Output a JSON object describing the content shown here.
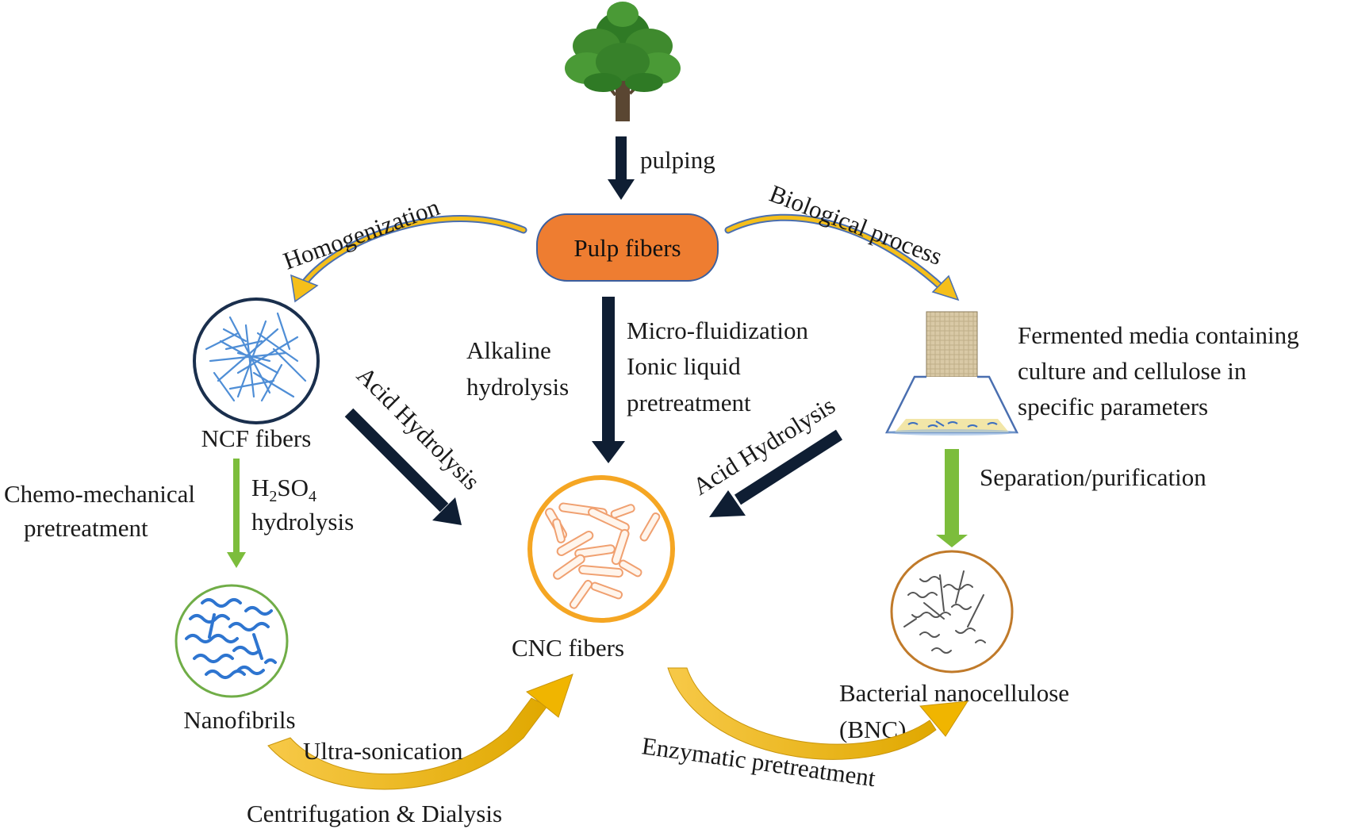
{
  "nodes": {
    "pulp_fibers": "Pulp fibers",
    "ncf_fibers": "NCF fibers",
    "cnc_fibers": "CNC fibers",
    "nanofibrils": "Nanofibrils",
    "bnc_line1": "Bacterial nanocellulose",
    "bnc_line2": "(BNC)",
    "fermented_line1": "Fermented media containing",
    "fermented_line2": "culture and cellulose in",
    "fermented_line3": "specific parameters"
  },
  "processes": {
    "pulping": "pulping",
    "homogenization": "Homogenization",
    "biological_process": "Biological process",
    "alkaline_line1": "Alkaline",
    "alkaline_line2": "hydrolysis",
    "micro_line1": "Micro-fluidization",
    "micro_line2": "Ionic liquid",
    "micro_line3": "pretreatment",
    "acid_left": "Acid Hydrolysis",
    "acid_right": "Acid Hydrolysis",
    "chemo_line1": "Chemo-mechanical",
    "chemo_line2": "pretreatment",
    "h2so4_h": "H",
    "h2so4_2": "2",
    "h2so4_so": "SO",
    "h2so4_4": "4",
    "h2so4_line2": "hydrolysis",
    "separation": "Separation/purification",
    "ultrasonication": "Ultra-sonication",
    "centrifugation": "Centrifugation & Dialysis",
    "enzymatic": "Enzymatic pretreatment"
  },
  "colors": {
    "pulp_box_fill": "#ee7d31",
    "pulp_box_stroke": "#3a5fa0",
    "curved_arrow": "#f5bf1a",
    "curved_arrow_edge": "#4a6fb0",
    "dark_arrow": "#0f1e33",
    "green_arrow": "#7cbd3c",
    "ncf_circle": "#1a2f4d",
    "ncf_fibers": "#4f8ed6",
    "nanofibril_circle": "#70ad47",
    "nanofibril_fibers": "#2e75d0",
    "cnc_circle": "#f5a623",
    "cnc_rods": "#f0a070",
    "bnc_circle": "#c07a2a",
    "bnc_fibers": "#555555",
    "tree_foliage": "#3f8a2e",
    "tree_trunk": "#5a4632"
  },
  "icons": [
    "tree-icon",
    "fermentation-flask-icon"
  ]
}
